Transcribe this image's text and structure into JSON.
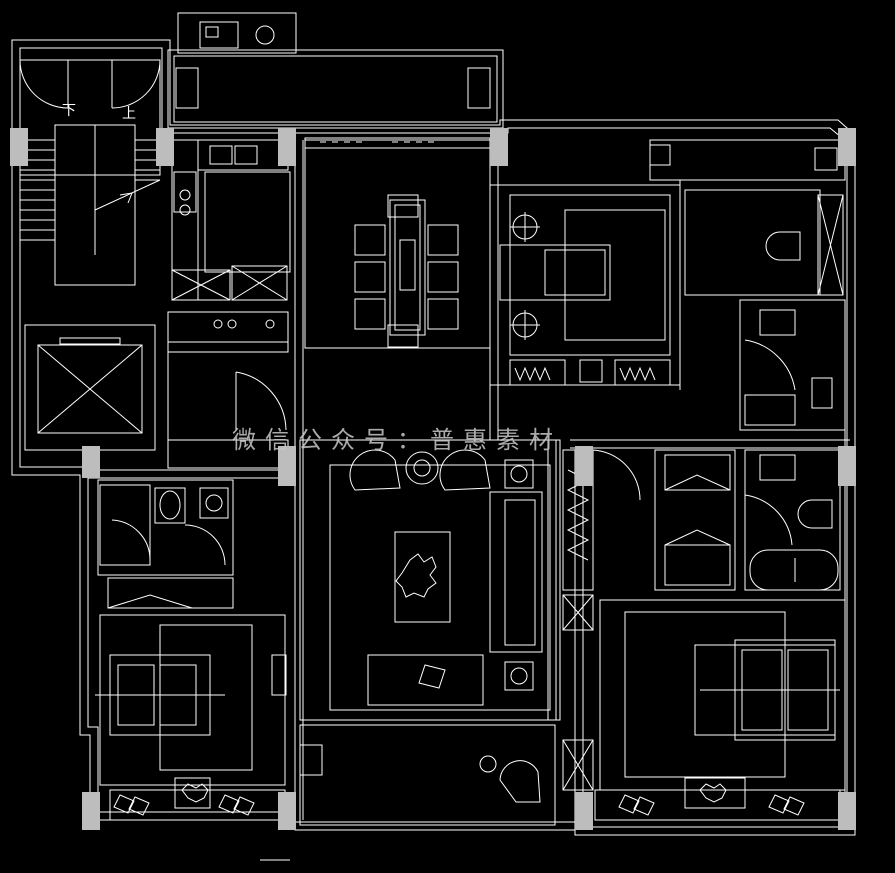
{
  "stair": {
    "down_label": "下",
    "up_label": "上"
  },
  "watermark": "微信公众号：普惠素材",
  "colors": {
    "background": "#000000",
    "line": "#ffffff",
    "column": "#bdbdbd"
  }
}
